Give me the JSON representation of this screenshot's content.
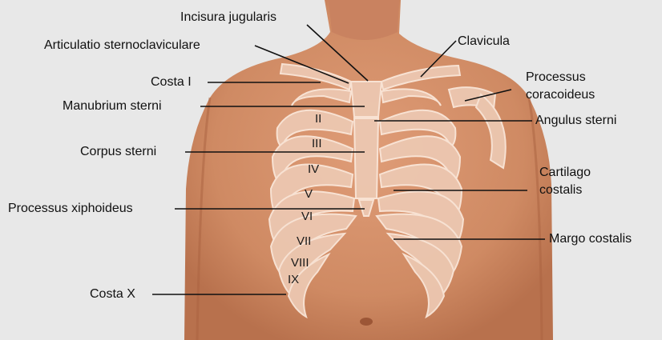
{
  "labels": {
    "incisura_jugularis": "Incisura jugularis",
    "articulatio_sternoclaviculare": "Articulatio sternoclaviculare",
    "clavicula": "Clavicula",
    "costa_i": "Costa I",
    "processus_coracoideus_1": "Processus",
    "processus_coracoideus_2": "coracoideus",
    "manubrium_sterni": "Manubrium sterni",
    "angulus_sterni": "Angulus sterni",
    "corpus_sterni": "Corpus sterni",
    "cartilago_costalis_1": "Cartilago",
    "cartilago_costalis_2": "costalis",
    "processus_xiphoideus": "Processus xiphoideus",
    "margo_costalis": "Margo costalis",
    "costa_x": "Costa X"
  },
  "rib_numbers": {
    "ii": "II",
    "iii": "III",
    "iv": "IV",
    "v": "V",
    "vi": "VI",
    "vii": "VII",
    "viii": "VIII",
    "ix": "IX"
  },
  "colors": {
    "background": "#e8e8e8",
    "skin": "#d58f6a",
    "skin_shadow": "#b9704d",
    "bone": "#edc9b3",
    "bone_outline": "#fbe9dc",
    "leader_line": "#111111"
  }
}
